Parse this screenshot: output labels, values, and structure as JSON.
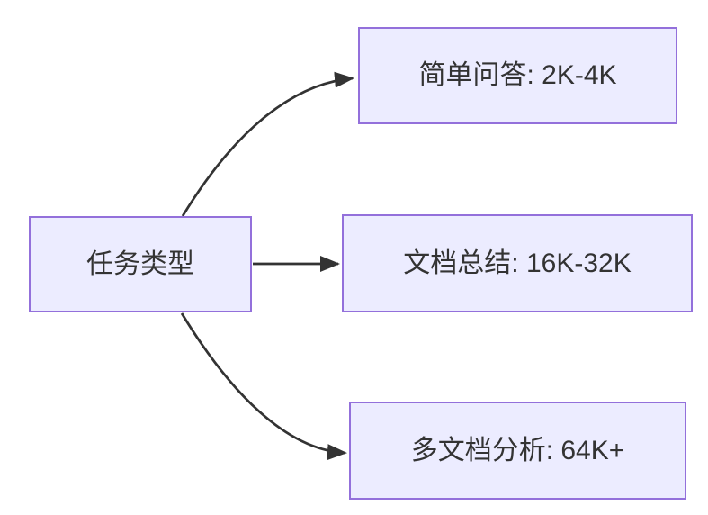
{
  "theme": {
    "background": "#ffffff",
    "node_fill": "#ECECFF",
    "node_border": "#9370DB",
    "edge_color": "#333333",
    "text_color": "#333333"
  },
  "diagram": {
    "type": "flowchart-left-to-right",
    "root": {
      "label": "任务类型"
    },
    "branches": [
      {
        "label": "简单问答: 2K-4K"
      },
      {
        "label": "文档总结: 16K-32K"
      },
      {
        "label": "多文档分析: 64K+"
      }
    ]
  }
}
